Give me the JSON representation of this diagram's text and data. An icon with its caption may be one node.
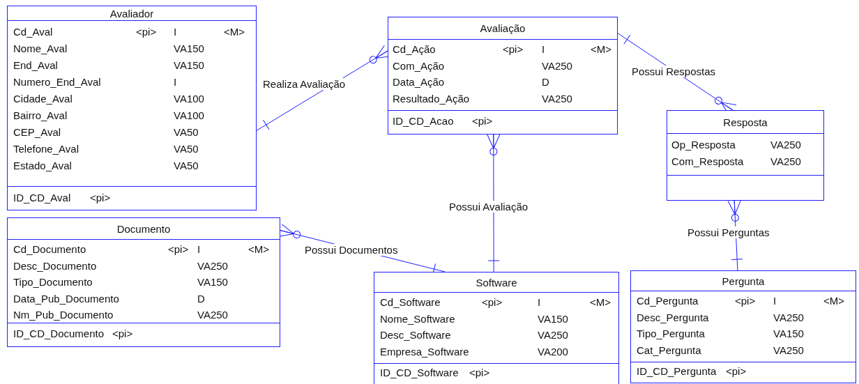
{
  "diagram": {
    "nodes": [
      {
        "text": [
          "Avaliador"
        ]
      },
      {
        "text": [
          "Cd_Aval",
          "<pi>",
          "I",
          "<M>",
          "Nome_Aval",
          "VA150",
          "End_Aval",
          "VA150",
          "Numero_End_Aval",
          "I",
          "Cidade_Aval",
          "VA100",
          "Bairro_Aval",
          "VA100",
          "CEP_Aval",
          "VA50",
          "Telefone_Aval",
          "VA50",
          "Estado_Aval",
          "VA50"
        ],
        "in": 0
      },
      {
        "text": [
          "ID_CD_Aval",
          "<pi>"
        ],
        "in": 0
      },
      {
        "text": [
          "Avaliação"
        ]
      },
      {
        "text": [
          "Cd_Ação",
          "<pi>",
          "I",
          "<M>",
          "Com_Ação",
          "VA250",
          "Data_Ação",
          "D",
          "Resultado_Ação",
          "VA250"
        ],
        "in": 3
      },
      {
        "text": [
          "ID_CD_Acao",
          "<pi>"
        ],
        "in": 3
      },
      {
        "text": [
          "Resposta"
        ]
      },
      {
        "text": [
          "Op_Resposta",
          "VA250",
          "Com_Resposta",
          "VA250"
        ],
        "in": 6
      },
      {
        "text": [],
        "shape": "box",
        "in": 6
      },
      {
        "text": [
          "Documento"
        ]
      },
      {
        "text": [
          "Cd_Documento",
          "<pi>",
          "I",
          "<M>",
          "Desc_Documento",
          "VA250",
          "Tipo_Documento",
          "VA150",
          "Data_Pub_Documento",
          "D",
          "Nm_Pub_Documento",
          "VA250"
        ],
        "in": 9
      },
      {
        "text": [
          "ID_CD_Documento",
          "<pi>"
        ],
        "in": 9
      },
      {
        "text": [
          "Software"
        ]
      },
      {
        "text": [
          "Cd_Software",
          "<pi>",
          "I",
          "<M>",
          "Nome_Software",
          "VA150",
          "Desc_Software",
          "VA250",
          "Empresa_Software",
          "VA200"
        ],
        "in": 12
      },
      {
        "text": [
          "ID_CD_Software",
          "<pi>"
        ],
        "in": 12
      },
      {
        "text": [
          "Pergunta"
        ]
      },
      {
        "text": [
          "Cd_Pergunta",
          "<pi>",
          "I",
          "<M>",
          "Desc_Pergunta",
          "VA250",
          "Tipo_Pergunta",
          "VA150",
          "Cat_Pergunta",
          "VA250"
        ],
        "in": 15
      },
      {
        "text": [
          "ID_CD_Pergunta",
          "<pi>"
        ],
        "in": 15
      }
    ],
    "edges": [
      {
        "from": 0,
        "to": 3,
        "arrow": "other",
        "label": "Realiza Avaliação"
      },
      {
        "from": 3,
        "to": 6,
        "arrow": "other",
        "label": "Possui Respostas"
      },
      {
        "from": 12,
        "to": 3,
        "arrow": "other",
        "label": "Possui Avaliação"
      },
      {
        "from": 12,
        "to": 9,
        "arrow": "other",
        "label": "Possui Documentos"
      },
      {
        "from": 15,
        "to": 6,
        "arrow": "other",
        "label": "Possui Perguntas"
      }
    ]
  }
}
